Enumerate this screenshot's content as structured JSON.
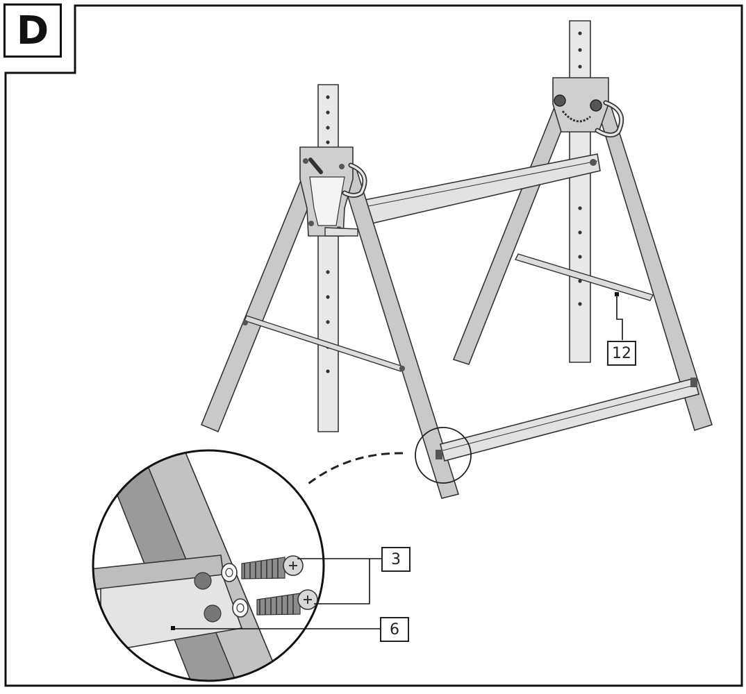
{
  "step": {
    "letter": "D"
  },
  "callouts": [
    {
      "id": "part-12",
      "label": "12"
    },
    {
      "id": "part-3",
      "label": "3"
    },
    {
      "id": "part-6",
      "label": "6"
    }
  ],
  "colors": {
    "line": "#111111",
    "metal_light": "#e8e8e8",
    "metal_mid": "#c9c9c9",
    "metal_dark": "#8a8a8a"
  },
  "icons": [
    "screw-icon",
    "washer-icon",
    "detail-magnifier-icon"
  ]
}
